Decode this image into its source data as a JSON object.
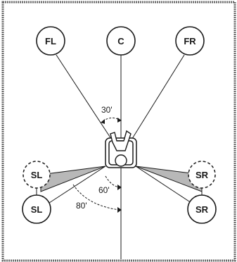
{
  "speakers": {
    "front_left": "FL",
    "center": "C",
    "front_right": "FR",
    "surround_left_alt": "SL",
    "surround_right_alt": "SR",
    "surround_left": "SL",
    "surround_right": "SR"
  },
  "angles": {
    "front": "30'",
    "surround_min": "60'",
    "surround_max": "80'"
  }
}
